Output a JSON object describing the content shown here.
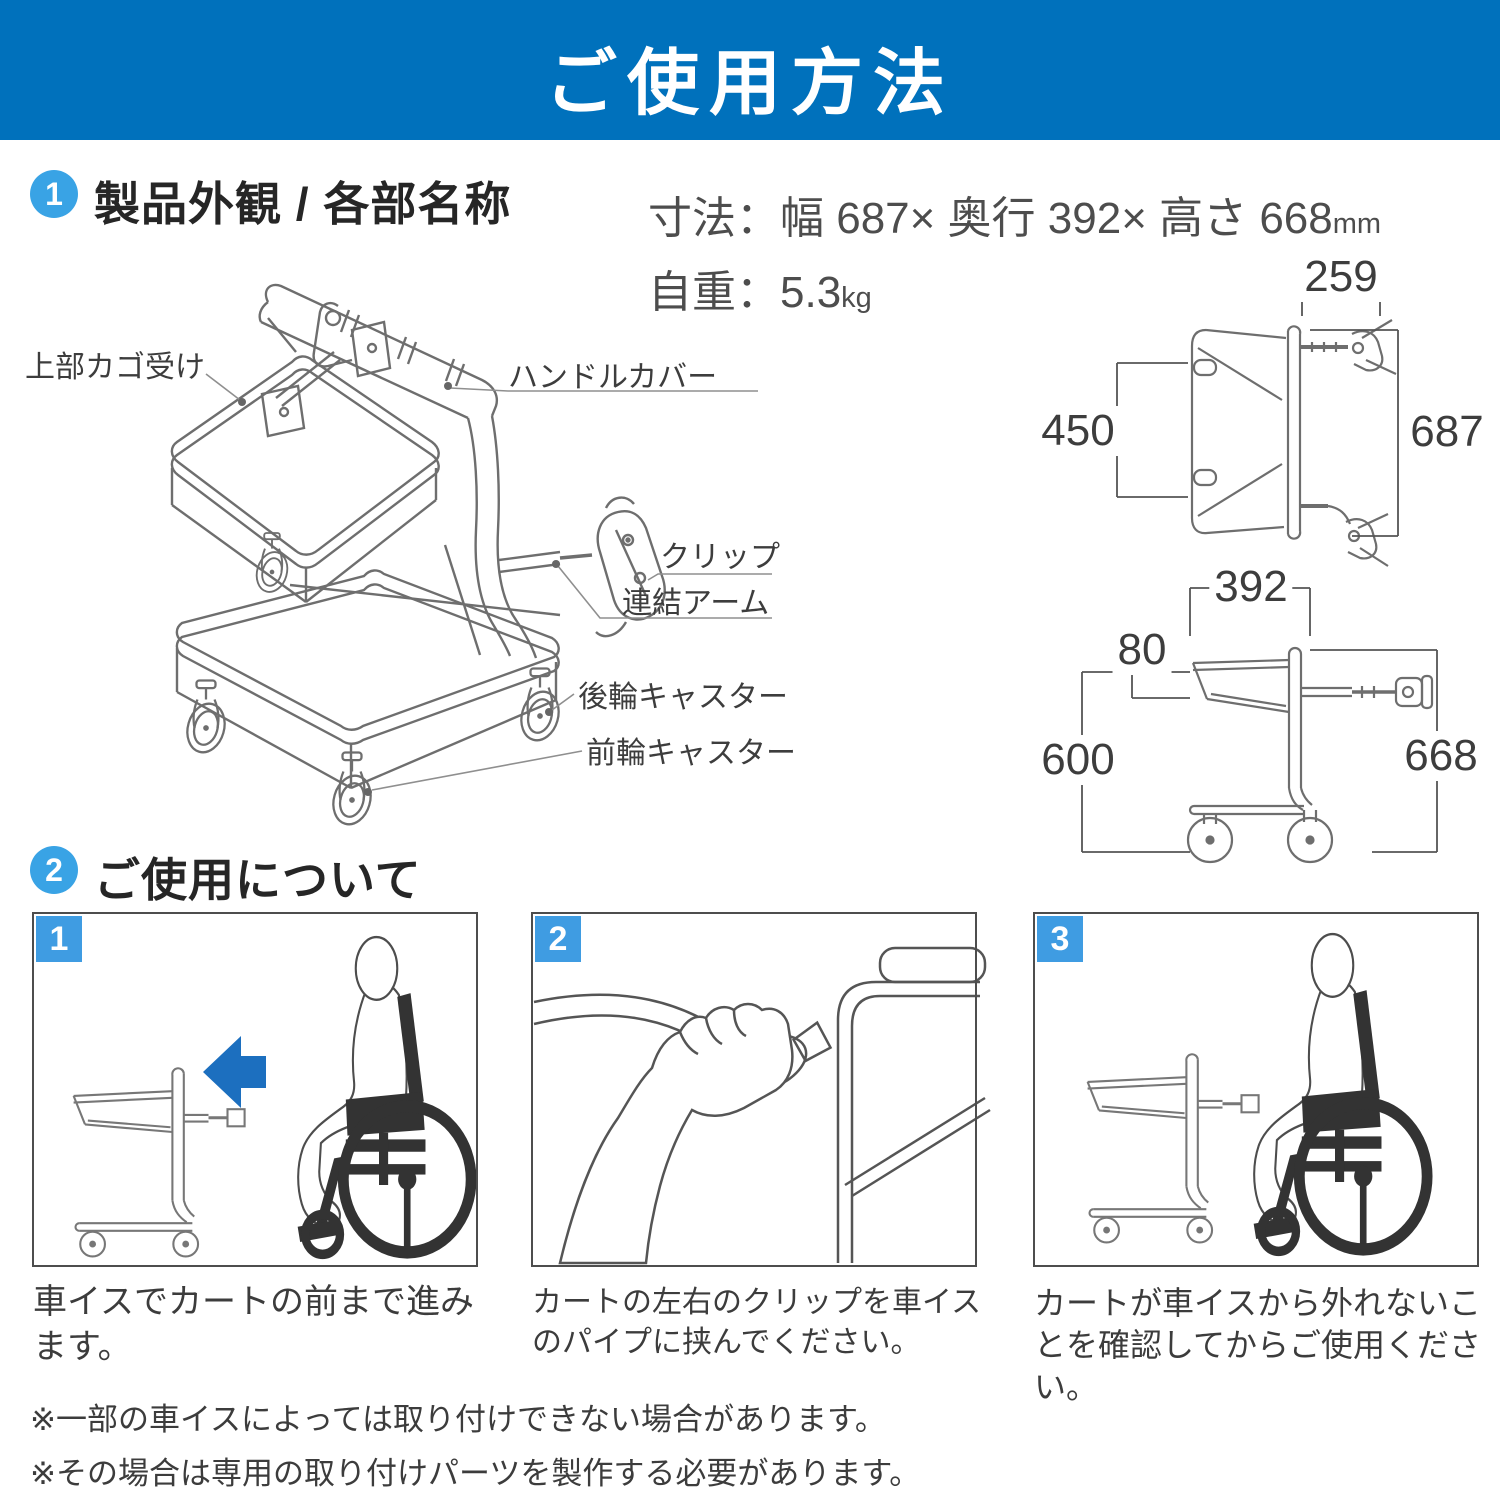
{
  "header": {
    "title": "ご使用方法"
  },
  "section1": {
    "badge": "1",
    "title": "製品外観 / 各部名称",
    "spec_dimensions": {
      "label": "寸法：幅 687× 奥行 392× 高さ 668",
      "unit": "mm"
    },
    "spec_weight": {
      "label": "自重：5.3",
      "unit": "kg"
    },
    "part_labels": {
      "upper_basket": "上部カゴ受け",
      "handle_cover": "ハンドルカバー",
      "clip": "クリップ",
      "link_arm": "連結アーム",
      "rear_caster": "後輪キャスター",
      "front_caster": "前輪キャスター"
    },
    "top_view_dims": {
      "clip_depth": "259",
      "inner_width": "450",
      "width": "687"
    },
    "side_view_dims": {
      "depth": "392",
      "basket_offset": "80",
      "under_height": "600",
      "height": "668"
    }
  },
  "section2": {
    "badge": "2",
    "title": "ご使用について",
    "steps": [
      {
        "badge": "1",
        "caption": "車イスでカートの前まで進みます。"
      },
      {
        "badge": "2",
        "caption": "カートの左右のクリップを車イスのパイプに挟んでください。"
      },
      {
        "badge": "3",
        "caption": "カートが車イスから外れないことを確認してからご使用ください。"
      }
    ]
  },
  "footnotes": [
    "※一部の車イスによっては取り付けできない場合があります。",
    "※その場合は専用の取り付けパーツを製作する必要があります。"
  ],
  "colors": {
    "header_blue": "#0071bc",
    "accent_blue": "#39a3e5",
    "arrow_blue": "#1c6fbf",
    "line_gray": "#6e6e6e",
    "text_dark": "#262626"
  }
}
